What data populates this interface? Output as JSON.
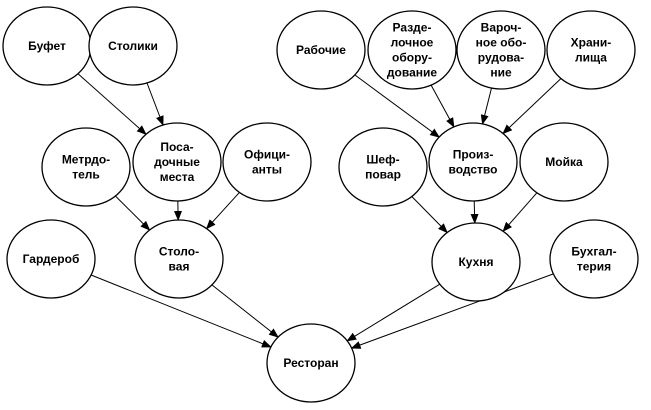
{
  "nodes": [
    {
      "id": "bufet",
      "lines": [
        "Буфет"
      ]
    },
    {
      "id": "stoliki",
      "lines": [
        "Столики"
      ]
    },
    {
      "id": "rabochie",
      "lines": [
        "Рабочие"
      ]
    },
    {
      "id": "razdelochnoe",
      "lines": [
        "Разде-",
        "лочное",
        "обору-",
        "дование"
      ]
    },
    {
      "id": "varochnoe",
      "lines": [
        "Вароч-",
        "ное обо-",
        "рудова-",
        "ние"
      ]
    },
    {
      "id": "hranilishcha",
      "lines": [
        "Храни-",
        "лища"
      ]
    },
    {
      "id": "metrdotel",
      "lines": [
        "Метрдо-",
        "тель"
      ]
    },
    {
      "id": "posadochnye",
      "lines": [
        "Поса-",
        "дочные",
        "места"
      ]
    },
    {
      "id": "oficianty",
      "lines": [
        "Офици-",
        "анты"
      ]
    },
    {
      "id": "shefpovar",
      "lines": [
        "Шеф-",
        "повар"
      ]
    },
    {
      "id": "proizvodstvo",
      "lines": [
        "Произ-",
        "водство"
      ]
    },
    {
      "id": "moika",
      "lines": [
        "Мойка"
      ]
    },
    {
      "id": "garderob",
      "lines": [
        "Гардероб"
      ]
    },
    {
      "id": "stolovaya",
      "lines": [
        "Столо-",
        "вая"
      ]
    },
    {
      "id": "kuhnya",
      "lines": [
        "Кухня"
      ]
    },
    {
      "id": "buhgalteriya",
      "lines": [
        "Бухгал-",
        "терия"
      ]
    },
    {
      "id": "restoran",
      "lines": [
        "Ресторан"
      ]
    }
  ],
  "edges": [
    {
      "from": "bufet",
      "to": "posadochnye"
    },
    {
      "from": "stoliki",
      "to": "posadochnye"
    },
    {
      "from": "metrdotel",
      "to": "stolovaya"
    },
    {
      "from": "posadochnye",
      "to": "stolovaya"
    },
    {
      "from": "oficianty",
      "to": "stolovaya"
    },
    {
      "from": "rabochie",
      "to": "proizvodstvo"
    },
    {
      "from": "razdelochnoe",
      "to": "proizvodstvo"
    },
    {
      "from": "varochnoe",
      "to": "proizvodstvo"
    },
    {
      "from": "hranilishcha",
      "to": "proizvodstvo"
    },
    {
      "from": "shefpovar",
      "to": "kuhnya"
    },
    {
      "from": "proizvodstvo",
      "to": "kuhnya"
    },
    {
      "from": "moika",
      "to": "kuhnya"
    },
    {
      "from": "garderob",
      "to": "restoran"
    },
    {
      "from": "stolovaya",
      "to": "restoran"
    },
    {
      "from": "kuhnya",
      "to": "restoran"
    },
    {
      "from": "buhgalteriya",
      "to": "restoran"
    }
  ]
}
